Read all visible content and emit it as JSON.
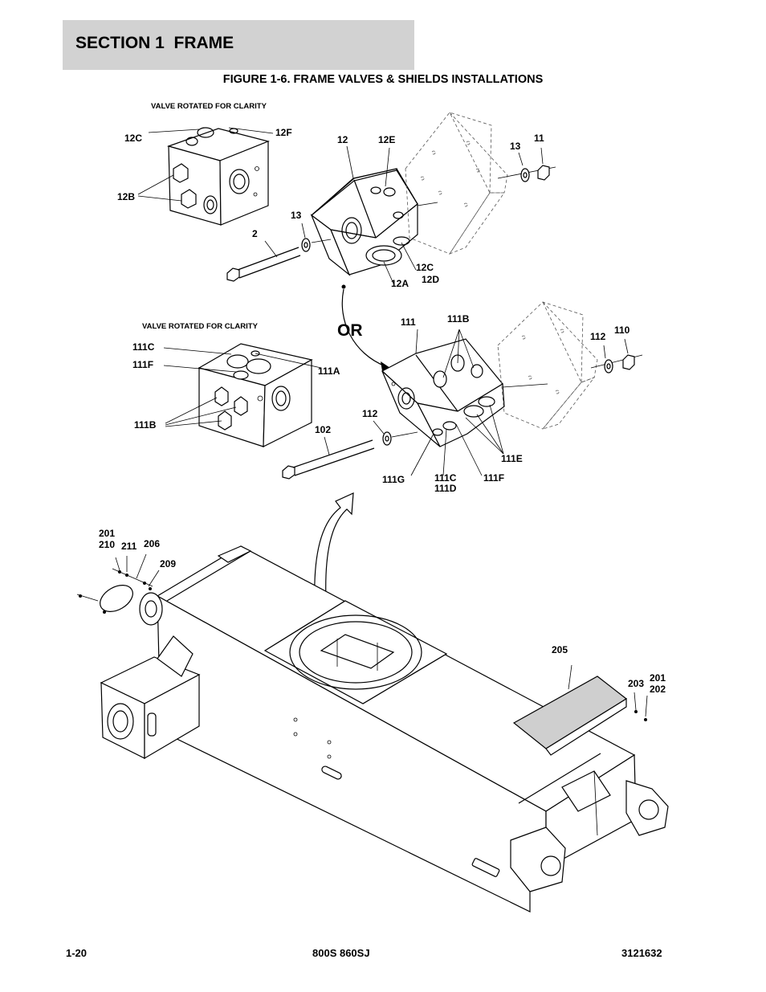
{
  "header": {
    "section_title": "SECTION 1  FRAME",
    "figure_title": "FIGURE 1-6. FRAME VALVES & SHIELDS INSTALLATIONS"
  },
  "notes": {
    "valve_rotated_1": "VALVE ROTATED FOR CLARITY",
    "valve_rotated_2": "VALVE ROTATED FOR CLARITY",
    "or_label": "OR"
  },
  "callouts": {
    "c12C_top": "12C",
    "c12F": "12F",
    "c12B": "12B",
    "c12": "12",
    "c12E": "12E",
    "c13_right": "13",
    "c11": "11",
    "c13_left": "13",
    "c2": "2",
    "c12C_bottom": "12C",
    "c12D": "12D",
    "c12A": "12A",
    "c111": "111",
    "c111B_top": "111B",
    "c112_right": "112",
    "c110": "110",
    "c111C_left": "111C",
    "c111F_left": "111F",
    "c111A": "111A",
    "c111B_left": "111B",
    "c112_left": "112",
    "c102": "102",
    "c111E": "111E",
    "c111G": "111G",
    "c111C_bottom": "111C",
    "c111D": "111D",
    "c111F_bottom": "111F",
    "c201_left": "201",
    "c210": "210",
    "c211": "211",
    "c206": "206",
    "c209": "209",
    "c205": "205",
    "c203": "203",
    "c201_right": "201",
    "c202": "202"
  },
  "footer": {
    "page": "1-20",
    "model": "800S 860SJ",
    "doc_number": "3121632"
  }
}
